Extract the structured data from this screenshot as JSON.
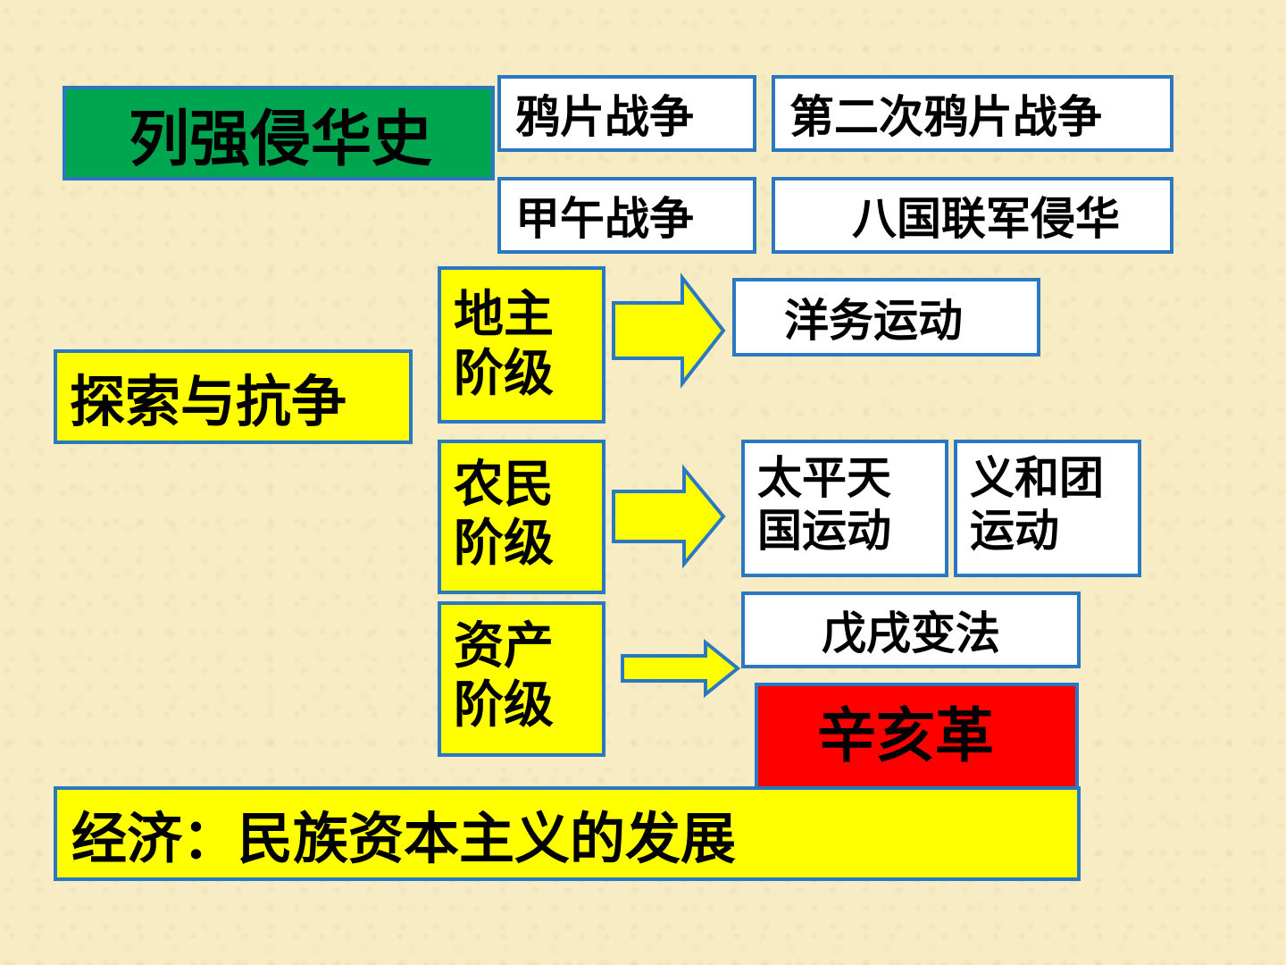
{
  "colors": {
    "border": "#2a78c2",
    "green": "#00a550",
    "yellow": "#ffff00",
    "red": "#ff0000",
    "white": "#ffffff"
  },
  "invasion": {
    "title": "列强侵华史",
    "wars": [
      "鸦片战争",
      "第二次鸦片战争",
      "甲午战争",
      "八国联军侵华"
    ]
  },
  "exploration": {
    "title": "探索与抗争",
    "classes": [
      {
        "line1": "地主",
        "line2": "阶级",
        "movements": [
          "洋务运动"
        ]
      },
      {
        "line1": "农民",
        "line2": "阶级",
        "movements": [
          {
            "line1": "太平天",
            "line2": "国运动"
          },
          {
            "line1": "义和团",
            "line2": "运动"
          }
        ]
      },
      {
        "line1": "资产",
        "line2": "阶级",
        "movements": [
          "戊戌变法",
          "辛亥革"
        ]
      }
    ]
  },
  "economy": {
    "text": "经济：民族资本主义的发展"
  }
}
